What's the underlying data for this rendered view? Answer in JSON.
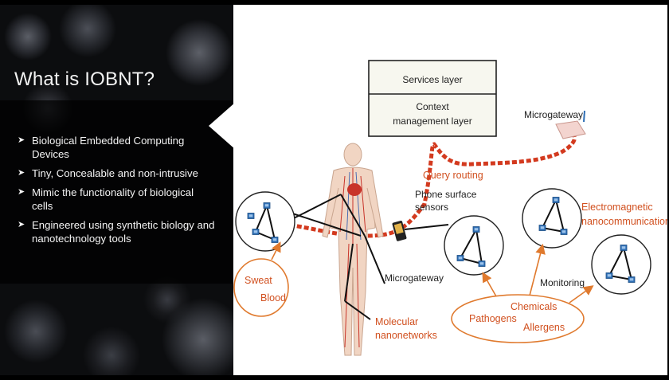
{
  "slide": {
    "title": "What is IOBNT?",
    "bullets": [
      "Biological Embedded Computing Devices",
      "Tiny, Concealable and non-intrusive",
      "Mimic the functionality of biological cells",
      "Engineered using synthetic biology and nanotechnology tools"
    ]
  },
  "diagram": {
    "services_layer": "Services layer",
    "context_line1": "Context",
    "context_line2": "management layer",
    "microgateway_top": "Microgateway",
    "query_routing": "Query routing",
    "phone_line1": "Phone surface",
    "phone_line2": "sensors",
    "em_line1": "Electromagnetic",
    "em_line2": "nanocommunication",
    "monitoring": "Monitoring",
    "microgateway_mid": "Microgateway",
    "sweat": "Sweat",
    "blood": "Blood",
    "molecular_line1": "Molecular",
    "molecular_line2": "nanonetworks",
    "pathogens": "Pathogens",
    "chemicals": "Chemicals",
    "allergens": "Allergens"
  },
  "colors": {
    "accent_orange": "#d1501f",
    "link_red": "#d33a1f",
    "node_blue": "#2f6fb5"
  }
}
